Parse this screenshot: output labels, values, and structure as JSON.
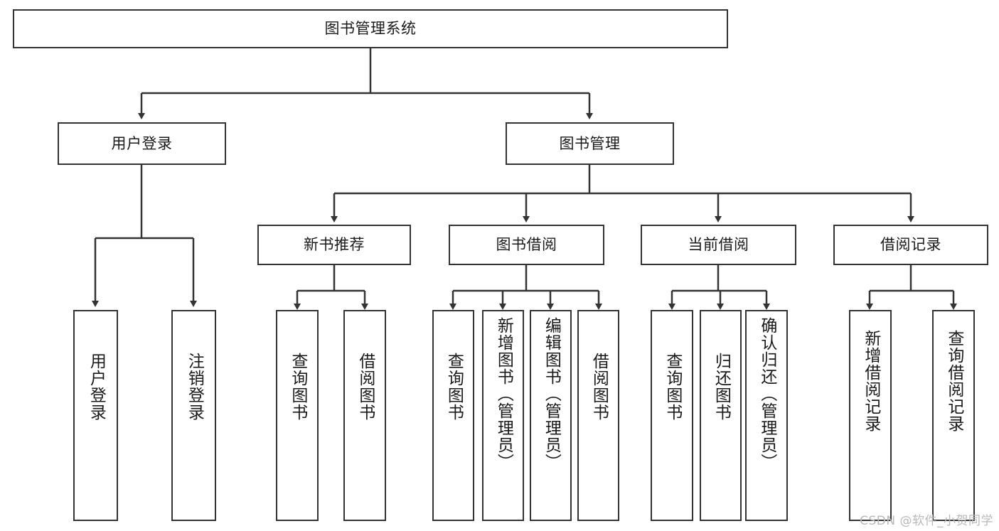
{
  "diagram": {
    "title": "图书管理系统",
    "watermark": "CSDN @软件_小贺同学",
    "line_color": "#333333",
    "box_fill": "#ffffff",
    "text_color": "#1a1a1a",
    "watermark_color": "#b8b8b8"
  },
  "nodes": {
    "root": {
      "label": "图书管理系统",
      "level": 1,
      "orientation": "horizontal"
    },
    "l2": [
      {
        "id": "user_login",
        "label": "用户登录",
        "orientation": "horizontal"
      },
      {
        "id": "book_manage",
        "label": "图书管理",
        "orientation": "horizontal"
      }
    ],
    "l3": [
      {
        "id": "new_book_rec",
        "label": "新书推荐",
        "orientation": "horizontal"
      },
      {
        "id": "book_borrow",
        "label": "图书借阅",
        "orientation": "horizontal"
      },
      {
        "id": "current_borrow",
        "label": "当前借阅",
        "orientation": "horizontal"
      },
      {
        "id": "borrow_record",
        "label": "借阅记录",
        "orientation": "horizontal"
      }
    ],
    "leaves": [
      {
        "id": "leaf_user_login",
        "label": "用户登录",
        "parent": "user_login",
        "orientation": "vertical"
      },
      {
        "id": "leaf_user_logout",
        "label": "注销登录",
        "parent": "user_login",
        "orientation": "vertical"
      },
      {
        "id": "leaf_query_book_1",
        "label": "查询图书",
        "parent": "new_book_rec",
        "orientation": "vertical"
      },
      {
        "id": "leaf_borrow_book_1",
        "label": "借阅图书",
        "parent": "new_book_rec",
        "orientation": "vertical"
      },
      {
        "id": "leaf_query_book_2",
        "label": "查询图书",
        "parent": "book_borrow",
        "orientation": "vertical"
      },
      {
        "id": "leaf_add_book",
        "label": "新增图书（管理员）",
        "parent": "book_borrow",
        "orientation": "vertical"
      },
      {
        "id": "leaf_edit_book",
        "label": "编辑图书（管理员）",
        "parent": "book_borrow",
        "orientation": "vertical"
      },
      {
        "id": "leaf_borrow_book_2",
        "label": "借阅图书",
        "parent": "book_borrow",
        "orientation": "vertical"
      },
      {
        "id": "leaf_query_book_3",
        "label": "查询图书",
        "parent": "current_borrow",
        "orientation": "vertical"
      },
      {
        "id": "leaf_return_book",
        "label": "归还图书",
        "parent": "current_borrow",
        "orientation": "vertical"
      },
      {
        "id": "leaf_confirm_return",
        "label": "确认归还（管理员）",
        "parent": "current_borrow",
        "orientation": "vertical"
      },
      {
        "id": "leaf_add_record",
        "label": "新增借阅记录",
        "parent": "borrow_record",
        "orientation": "vertical"
      },
      {
        "id": "leaf_query_record",
        "label": "查询借阅记录",
        "parent": "borrow_record",
        "orientation": "vertical"
      }
    ]
  },
  "chart_data": {
    "type": "diagram",
    "title": "图书管理系统",
    "structure": "tree",
    "levels": 4,
    "edges": [
      {
        "from": "图书管理系统",
        "to": "用户登录"
      },
      {
        "from": "图书管理系统",
        "to": "图书管理"
      },
      {
        "from": "用户登录",
        "to": "用户登录"
      },
      {
        "from": "用户登录",
        "to": "注销登录"
      },
      {
        "from": "图书管理",
        "to": "新书推荐"
      },
      {
        "from": "图书管理",
        "to": "图书借阅"
      },
      {
        "from": "图书管理",
        "to": "当前借阅"
      },
      {
        "from": "图书管理",
        "to": "借阅记录"
      },
      {
        "from": "新书推荐",
        "to": "查询图书"
      },
      {
        "from": "新书推荐",
        "to": "借阅图书"
      },
      {
        "from": "图书借阅",
        "to": "查询图书"
      },
      {
        "from": "图书借阅",
        "to": "新增图书（管理员）"
      },
      {
        "from": "图书借阅",
        "to": "编辑图书（管理员）"
      },
      {
        "from": "图书借阅",
        "to": "借阅图书"
      },
      {
        "from": "当前借阅",
        "to": "查询图书"
      },
      {
        "from": "当前借阅",
        "to": "归还图书"
      },
      {
        "from": "当前借阅",
        "to": "确认归还（管理员）"
      },
      {
        "from": "借阅记录",
        "to": "新增借阅记录"
      },
      {
        "from": "借阅记录",
        "to": "查询借阅记录"
      }
    ]
  }
}
